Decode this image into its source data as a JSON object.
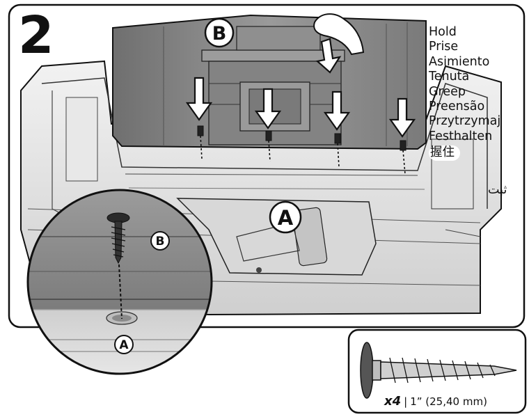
{
  "step": {
    "number": "2"
  },
  "callouts": {
    "a": "A",
    "b": "B"
  },
  "hold_labels": [
    "Hold",
    "Prise",
    "Asimiento",
    "Tenuta",
    "Greep",
    "Preensão",
    "Przytrzymaj",
    "Festhalten",
    "握住",
    "ثبت"
  ],
  "hardware": {
    "quantity": "x4",
    "size": "1” (25,40 mm)"
  },
  "colors": {
    "outline": "#111111",
    "panel": "#8a8a8a",
    "tub": "#e6e6e6",
    "background": "#ffffff"
  }
}
